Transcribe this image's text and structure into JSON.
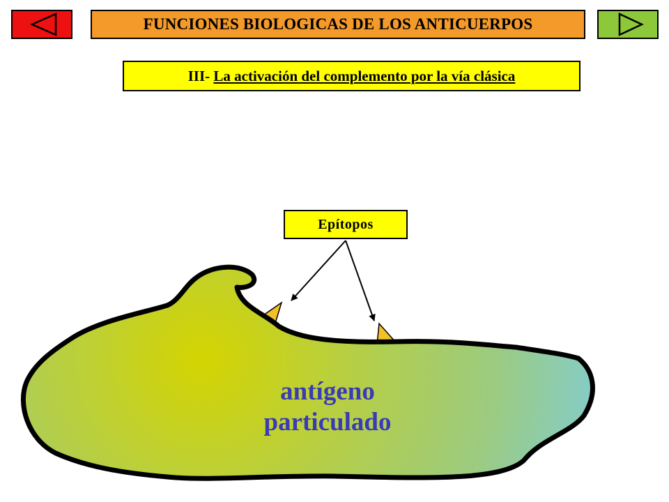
{
  "header": {
    "title": "FUNCIONES BIOLOGICAS DE LOS ANTICUERPOS",
    "prev_icon": "left-triangle-icon",
    "next_icon": "right-triangle-icon"
  },
  "subtitle": {
    "prefix": "III- ",
    "underlined": "La activación del complemento por la vía clásica"
  },
  "callout": {
    "label": "Epítopos"
  },
  "antigen": {
    "line1": "antígeno",
    "line2": "particulado"
  },
  "colors": {
    "prev_button": "#ee1111",
    "next_button": "#8cc83a",
    "title_background": "#f39a2b",
    "label_background": "#ffff00",
    "antigen_fill_center": "#d4d400",
    "antigen_fill_edge": "#86ccc4",
    "antigen_text": "#3b3bb4",
    "epitope_fill": "#f2c02a"
  }
}
